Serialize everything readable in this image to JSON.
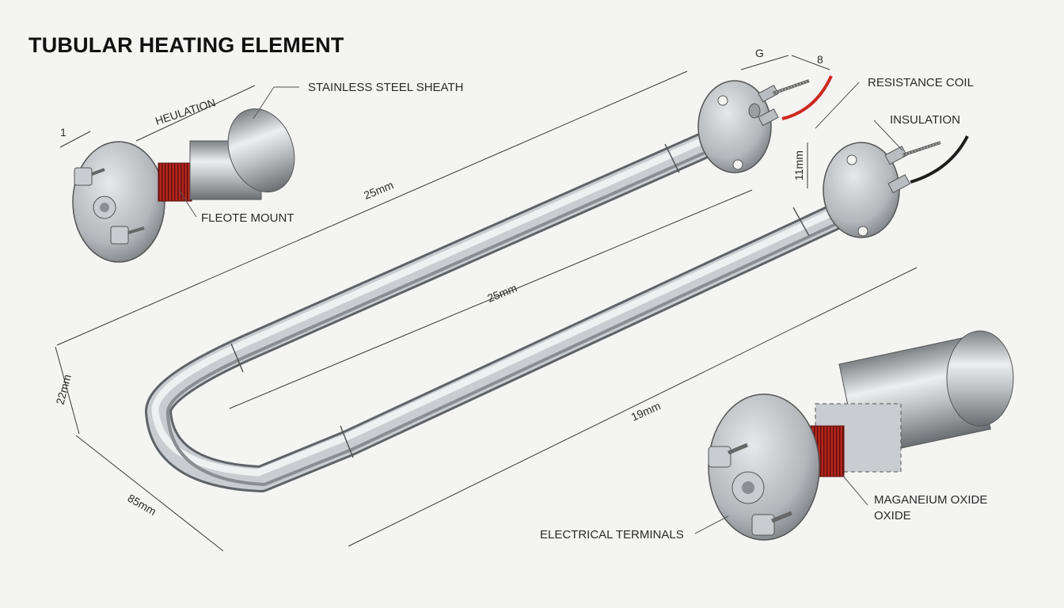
{
  "title": "TUBULAR HEATING ELEMENT",
  "callouts": {
    "stainless_steel_sheath": "STAINLESS STEEL SHEATH",
    "resistance_coil": "RESISTANCE COIL",
    "insulation": "INSULATION",
    "fleote_mount": "FLEOTE MOUNT",
    "magnesium_oxide_line1": "MAGANEIUM OXIDE",
    "magnesium_oxide_line2": "OXIDE",
    "electrical_terminals": "ELECTRICAL TERMINALS"
  },
  "dimensions": {
    "heulation": "HEULATION",
    "left_small": "1",
    "top_g": "G",
    "top_8": "8",
    "length_top": "25mm",
    "length_middle": "25mm",
    "length_bottom": "19mm",
    "height_left": "22mm",
    "width_bottom": "85mm",
    "height_right": "11mm"
  },
  "colors": {
    "background": "#f4f4f3",
    "metal": "#b9bcc0",
    "coil": "#b3261e",
    "wire_red": "#cc2a22",
    "wire_black": "#1e1e1e"
  }
}
